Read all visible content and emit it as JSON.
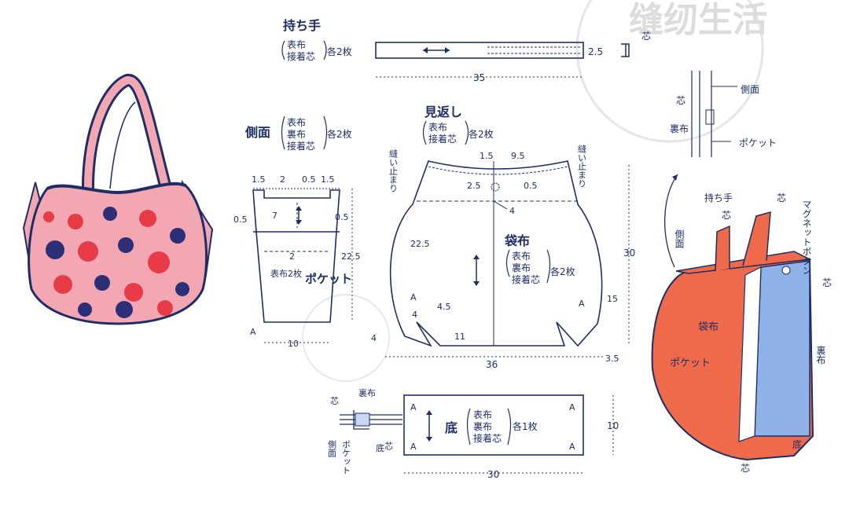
{
  "handle": {
    "title": "持ち手",
    "fabric1": "表布",
    "fabric2": "接着芯",
    "count": "各2枚",
    "width": "2.5",
    "length": "35",
    "core": "芯"
  },
  "side": {
    "title": "側面",
    "fabric1": "表布",
    "fabric2": "裏布",
    "fabric3": "接着芯",
    "count": "各2枚",
    "top_dims": [
      "1.5",
      "2",
      "0.5",
      "1.5"
    ],
    "left_dim": "0.5",
    "right_dim": "0.5",
    "fold_dim": "7",
    "inner_dim": "2",
    "height": "22.5",
    "width": "10",
    "corner_mark": "A"
  },
  "pocket": {
    "title": "ポケット",
    "detail": "表布2枚"
  },
  "facing": {
    "title": "見返し",
    "fabric1": "表布",
    "fabric2": "接着芯",
    "count": "各2枚",
    "stitch_left": "縫い止まり",
    "stitch_right": "縫い止まり",
    "dims": [
      "1.5",
      "9.5",
      "2.5",
      "0.5",
      "4"
    ]
  },
  "body": {
    "title": "袋布",
    "fabric1": "表布",
    "fabric2": "裏布",
    "fabric3": "接着芯",
    "count": "各2枚",
    "side_dim": "22.5",
    "right_dim": "15",
    "notch_dims": [
      "4",
      "4.5",
      "4",
      "11"
    ],
    "bottom_dim": "3.5",
    "width": "36",
    "height": "30",
    "corner_mark": "A"
  },
  "bottom": {
    "title": "底",
    "fabric1": "表布",
    "fabric2": "裏布",
    "fabric3": "接着芯",
    "count": "各1枚",
    "width": "30",
    "height": "10",
    "corner_mark": "A"
  },
  "cross_section": {
    "lining": "裏布",
    "core": "芯",
    "side": "側面",
    "pocket": "ポケット",
    "bottom": "底",
    "core2": "芯"
  },
  "assembly": {
    "side": "側面",
    "core_top": "芯",
    "lining_top": "裏布",
    "pocket_top": "ポケット",
    "handle": "持ち手",
    "handle_core": "芯",
    "handle_core2": "芯",
    "magnet": "マグネットボタン",
    "core_right": "芯",
    "body": "袋布",
    "pocket": "ポケット",
    "lining": "裏布",
    "bottom": "底",
    "core_bottom": "芯"
  },
  "watermark": "缝纫生活",
  "colors": {
    "line": "#1f2d66",
    "bag_pink": "#f3a7b3",
    "dot_red": "#e83b48",
    "dot_navy": "#2c2f77",
    "outer_orange": "#ee6a4b",
    "lining_blue": "#8fb3e8"
  }
}
